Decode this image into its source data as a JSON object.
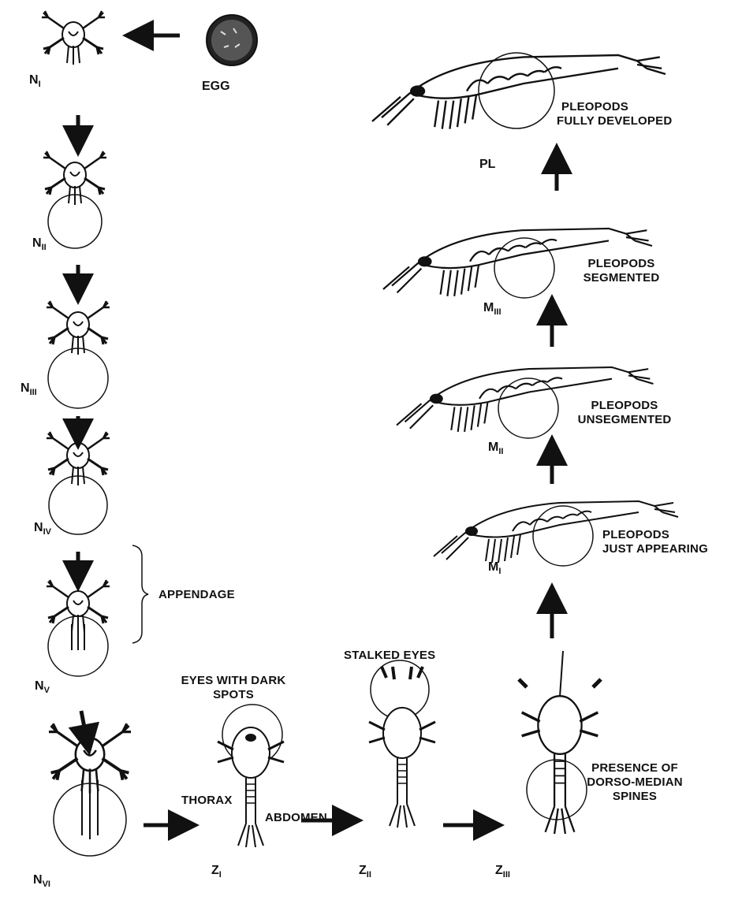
{
  "stages": {
    "egg": "EGG",
    "n1": "N",
    "n1_sub": "I",
    "n2": "N",
    "n2_sub": "II",
    "n3": "N",
    "n3_sub": "III",
    "n4": "N",
    "n4_sub": "IV",
    "n5": "N",
    "n5_sub": "V",
    "n6": "N",
    "n6_sub": "VI",
    "z1": "Z",
    "z1_sub": "I",
    "z2": "Z",
    "z2_sub": "II",
    "z3": "Z",
    "z3_sub": "III",
    "m1": "M",
    "m1_sub": "I",
    "m2": "M",
    "m2_sub": "II",
    "m3": "M",
    "m3_sub": "III",
    "pl": "PL"
  },
  "annotations": {
    "appendage": "APPENDAGE",
    "eyes_dark_1": "EYES WITH DARK",
    "eyes_dark_2": "SPOTS",
    "stalked_eyes": "STALKED EYES",
    "thorax": "THORAX",
    "abdomen": "ABDOMEN",
    "dorso_1": "PRESENCE OF",
    "dorso_2": "DORSO-MEDIAN",
    "dorso_3": "SPINES",
    "pl_1": "PLEOPODS",
    "pl_2": "FULLY DEVELOPED",
    "m3_1": "PLEOPODS",
    "m3_2": "SEGMENTED",
    "m2_1": "PLEOPODS",
    "m2_2": "UNSEGMENTED",
    "m1_1": "PLEOPODS",
    "m1_2": "JUST APPEARING"
  }
}
